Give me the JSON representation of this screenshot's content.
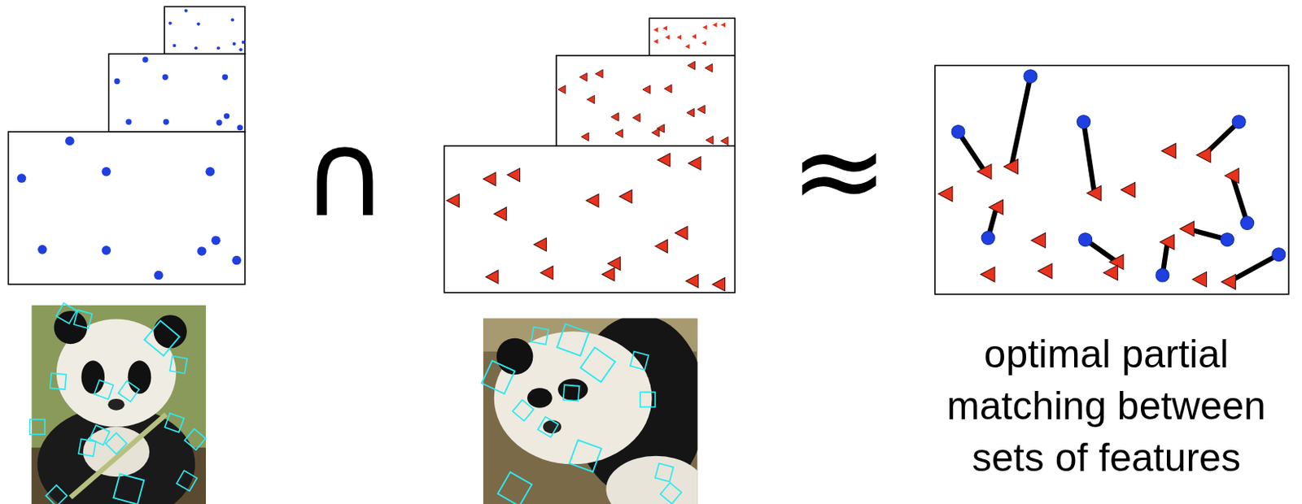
{
  "diagram": {
    "labels": [
      "∩",
      "≈",
      "optimal partial matching between sets of features"
    ]
  }
}
